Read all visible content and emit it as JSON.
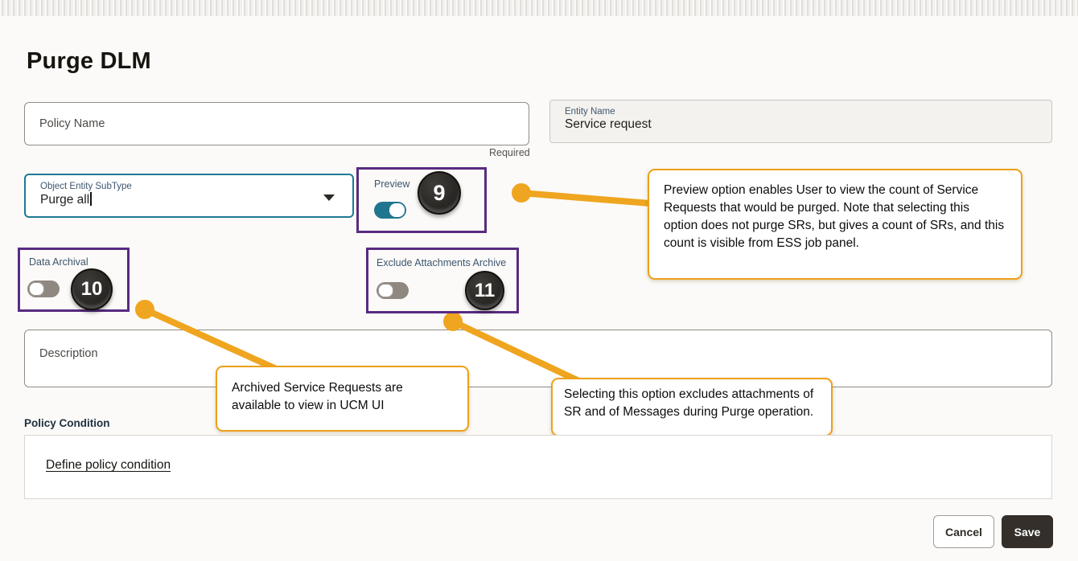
{
  "page": {
    "title": "Purge DLM"
  },
  "fields": {
    "policy_name": {
      "placeholder": "Policy Name",
      "value": "",
      "required_hint": "Required"
    },
    "entity_name": {
      "label": "Entity Name",
      "value": "Service request"
    },
    "object_entity_subtype": {
      "label": "Object Entity SubType",
      "value": "Purge all"
    },
    "description": {
      "placeholder": "Description",
      "value": ""
    }
  },
  "toggles": {
    "preview": {
      "label": "Preview",
      "state": "on",
      "badge": "9"
    },
    "data_archival": {
      "label": "Data Archival",
      "state": "off",
      "badge": "10"
    },
    "exclude_attachments": {
      "label": "Exclude Attachments Archive",
      "state": "off",
      "badge": "11"
    }
  },
  "callouts": {
    "preview": {
      "text": "Preview option enables User to view the count of Service Requests that would be purged. Note that selecting this option does not purge SRs, but gives a count of SRs, and this count is visible from ESS job panel."
    },
    "data_archival": {
      "text": "Archived Service Requests are available to view in UCM UI"
    },
    "exclude_attachments": {
      "text": "Selecting this option excludes attachments of SR and of Messages during Purge operation."
    }
  },
  "policy_condition": {
    "heading": "Policy Condition",
    "link_label": "Define policy condition"
  },
  "buttons": {
    "cancel": "Cancel",
    "save": "Save"
  },
  "colors": {
    "annotation_orange": "#eda019",
    "annotation_purple": "#582b81",
    "toggle_on_teal": "#20768f",
    "focus_border_teal": "#1d7a94",
    "save_button_bg": "#342f2a",
    "badge_bg": "#2b2926",
    "page_bg": "#fbfaf8"
  }
}
